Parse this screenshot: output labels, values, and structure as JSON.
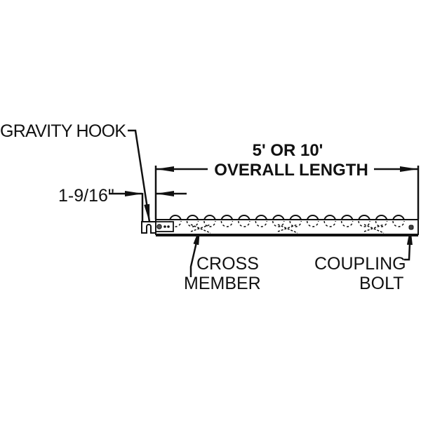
{
  "labels": {
    "gravity_hook": "GRAVITY HOOK",
    "offset": "1-9/16\"",
    "length_line1": "5' OR 10'",
    "length_line2": "OVERALL LENGTH",
    "cross_member_line1": "CROSS",
    "cross_member_line2": "MEMBER",
    "coupling_bolt_line1": "COUPLING",
    "coupling_bolt_line2": "BOLT"
  },
  "roller_count": 14,
  "colors": {
    "ink": "#111111",
    "background": "#ffffff"
  }
}
